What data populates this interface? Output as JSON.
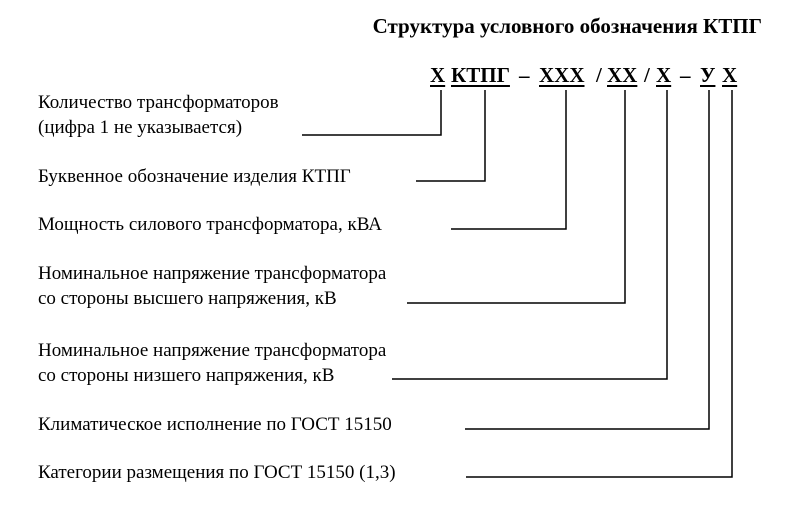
{
  "title": "Структура условного обозначения КТПГ",
  "code": {
    "segments": [
      "Х",
      "КТПГ",
      "–",
      "ХХХ",
      "/",
      "ХХ",
      "/",
      "Х",
      "–",
      "У",
      "Х"
    ]
  },
  "labels": [
    [
      "Количество трансформаторов",
      "(цифра 1 не указывается)"
    ],
    [
      "Буквенное обозначение изделия КТПГ"
    ],
    [
      "Мощность силового трансформатора, кВА"
    ],
    [
      "Номинальное напряжение трансформатора",
      "со стороны высшего напряжения, кВ"
    ],
    [
      "Номинальное напряжение трансформатора",
      "со стороны низшего напряжения, кВ"
    ],
    [
      "Климатическое исполнение по ГОСТ 15150"
    ],
    [
      "Категории размещения по ГОСТ 15150 (1,3)"
    ]
  ]
}
